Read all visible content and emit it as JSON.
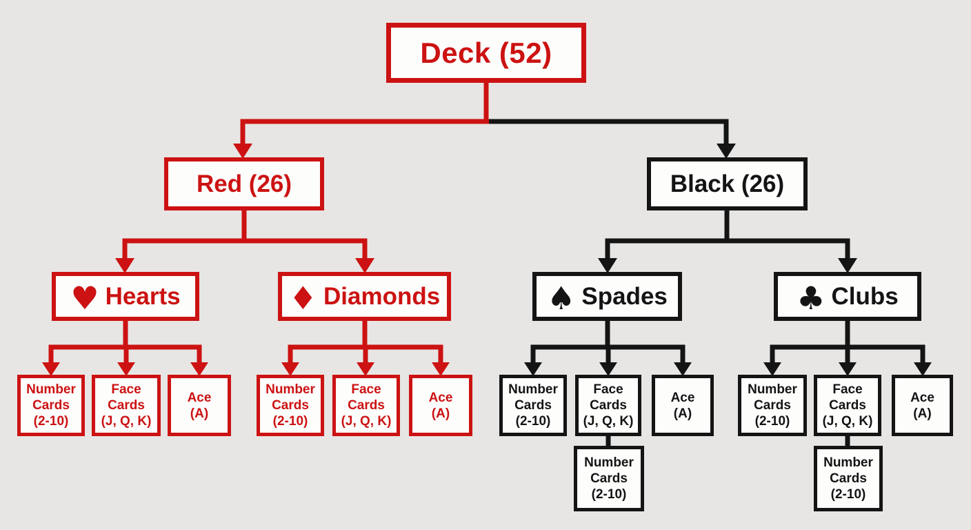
{
  "diagram": {
    "colors": {
      "red": "#cc1212",
      "black": "#141414",
      "background": "#e7e6e4",
      "box_fill": "#fdfdfc"
    },
    "nodes": {
      "deck": {
        "label": "Deck (52)"
      },
      "red": {
        "label": "Red (26)"
      },
      "black": {
        "label": "Black (26)"
      },
      "hearts": {
        "icon": "♥",
        "label": "Hearts"
      },
      "diamonds": {
        "icon": "♦",
        "label": "Diamonds"
      },
      "spades": {
        "icon": "♠",
        "label": "Spades"
      },
      "clubs": {
        "icon": "♣",
        "label": "Clubs"
      },
      "hearts_number": {
        "lines": [
          "Number",
          "Cards",
          "(2-10)"
        ]
      },
      "hearts_face": {
        "lines": [
          "Face",
          "Cards",
          "(J, Q, K)"
        ]
      },
      "hearts_ace": {
        "lines": [
          "Ace",
          "(A)"
        ]
      },
      "diamonds_number": {
        "lines": [
          "Number",
          "Cards",
          "(2-10)"
        ]
      },
      "diamonds_face": {
        "lines": [
          "Face",
          "Cards",
          "(J, Q, K)"
        ]
      },
      "diamonds_ace": {
        "lines": [
          "Ace",
          "(A)"
        ]
      },
      "spades_number": {
        "lines": [
          "Number",
          "Cards",
          "(2-10)"
        ]
      },
      "spades_face": {
        "lines": [
          "Face",
          "Cards",
          "(J, Q, K)"
        ]
      },
      "spades_ace": {
        "lines": [
          "Ace",
          "(A)"
        ]
      },
      "spades_face_number": {
        "lines": [
          "Number",
          "Cards",
          "(2-10)"
        ]
      },
      "clubs_number": {
        "lines": [
          "Number",
          "Cards",
          "(2-10)"
        ]
      },
      "clubs_face": {
        "lines": [
          "Face",
          "Cards",
          "(J, Q, K)"
        ]
      },
      "clubs_ace": {
        "lines": [
          "Ace",
          "(A)"
        ]
      },
      "clubs_face_number": {
        "lines": [
          "Number",
          "Cards",
          "(2-10)"
        ]
      }
    }
  }
}
